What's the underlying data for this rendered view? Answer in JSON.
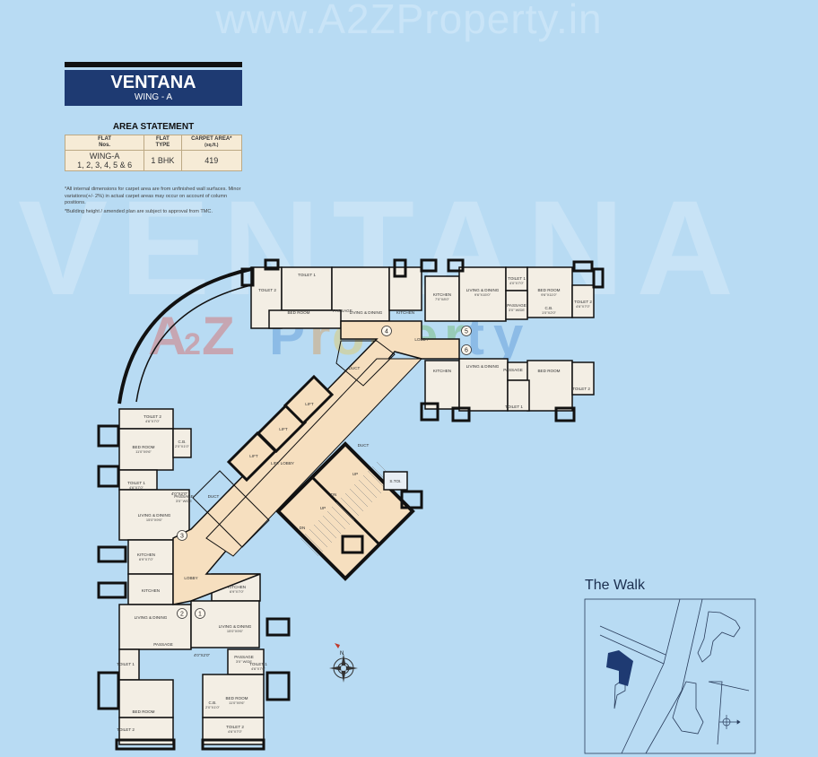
{
  "watermarks": {
    "url": "www.A2ZProperty.in",
    "project": "VENTANA",
    "logo": "A2Z Property"
  },
  "header": {
    "title": "VENTANA",
    "subtitle": "WING - A"
  },
  "area_statement": {
    "title": "AREA STATEMENT",
    "columns": [
      {
        "label": "FLAT",
        "sub": "Nos."
      },
      {
        "label": "FLAT",
        "sub": "TYPE"
      },
      {
        "label": "CARPET AREA*",
        "sub": "(sq.ft.)"
      }
    ],
    "row": {
      "flat_nos_1": "WING-A",
      "flat_nos_2": "1, 2, 3, 4, 5 & 6",
      "type": "1 BHK",
      "area": "419"
    }
  },
  "notes": [
    "*All internal dimensions for carpet area are from unfinished wall surfaces. Minor variations(+/- 2%) in actual carpet areas may occur on account of column positions.",
    "*Building height / amended plan are subject to approval from TMC."
  ],
  "flat_numbers": [
    "1",
    "2",
    "3",
    "4",
    "5",
    "6"
  ],
  "rooms": [
    {
      "label": "TOILET 1",
      "dim": ""
    },
    {
      "label": "TOILET 2",
      "dim": ""
    },
    {
      "label": "BED ROOM",
      "dim": ""
    },
    {
      "label": "PASSAGE",
      "dim": ""
    },
    {
      "label": "LIVING & DINING",
      "dim": ""
    },
    {
      "label": "KITCHEN",
      "dim": ""
    },
    {
      "label": "KITCHEN",
      "dim": "7'0\"X8'0\""
    },
    {
      "label": "LIVING & DINING",
      "dim": "9'6\"X15'0\""
    },
    {
      "label": "TOILET 1",
      "dim": "4'0\"X7'0\""
    },
    {
      "label": "BED ROOM",
      "dim": "9'6\"X11'0\""
    },
    {
      "label": "TOILET 2",
      "dim": "4'6\"X7'0\""
    },
    {
      "label": "PASSAGE",
      "dim": "3'0\" WIDE"
    },
    {
      "label": "C.B.",
      "dim": "1'0\"X2'0\""
    },
    {
      "label": "KITCHEN",
      "dim": ""
    },
    {
      "label": "LIVING & DINING",
      "dim": ""
    },
    {
      "label": "PASSAGE",
      "dim": ""
    },
    {
      "label": "BED ROOM",
      "dim": ""
    },
    {
      "label": "TOILET 1",
      "dim": ""
    },
    {
      "label": "TOILET 2",
      "dim": ""
    },
    {
      "label": "LOBBY",
      "dim": ""
    },
    {
      "label": "DUCT",
      "dim": ""
    },
    {
      "label": "LIFT",
      "dim": ""
    },
    {
      "label": "LIFT",
      "dim": ""
    },
    {
      "label": "LIFT",
      "dim": ""
    },
    {
      "label": "LIFT LOBBY",
      "dim": ""
    },
    {
      "label": "DUCT",
      "dim": ""
    },
    {
      "label": "S.TOI.",
      "dim": ""
    },
    {
      "label": "UP",
      "dim": ""
    },
    {
      "label": "DN",
      "dim": ""
    },
    {
      "label": "UP",
      "dim": ""
    },
    {
      "label": "DN",
      "dim": ""
    },
    {
      "label": "TOILET 2",
      "dim": "4'6\"X7'0\""
    },
    {
      "label": "BED ROOM",
      "dim": "11'0\"X9'6\""
    },
    {
      "label": "C.B.",
      "dim": "2'0\"X1'0\""
    },
    {
      "label": "TOILET 1",
      "dim": "4'6\"X7'0\""
    },
    {
      "label": "PASSAGE",
      "dim": "3'0\" WIDE"
    },
    {
      "label": "4'0\"X2'0\"",
      "dim": ""
    },
    {
      "label": "LIVING & DINING",
      "dim": "15'0\"X9'6\""
    },
    {
      "label": "KITCHEN",
      "dim": "6'9\"X7'0\""
    },
    {
      "label": "DUCT",
      "dim": ""
    },
    {
      "label": "LOBBY",
      "dim": ""
    },
    {
      "label": "KITCHEN",
      "dim": ""
    },
    {
      "label": "LIVING & DINING",
      "dim": ""
    },
    {
      "label": "PASSAGE",
      "dim": ""
    },
    {
      "label": "TOILET 1",
      "dim": ""
    },
    {
      "label": "BED ROOM",
      "dim": ""
    },
    {
      "label": "TOILET 2",
      "dim": ""
    },
    {
      "label": "KITCHEN",
      "dim": "6'9\"X7'0\""
    },
    {
      "label": "LIVING & DINING",
      "dim": "15'0\"X9'6\""
    },
    {
      "label": "4'0\"X2'0\"",
      "dim": ""
    },
    {
      "label": "PASSAGE",
      "dim": "3'0\" WIDE"
    },
    {
      "label": "TOILET 1",
      "dim": "4'6\"X7'0\""
    },
    {
      "label": "C.B.",
      "dim": "2'0\"X1'0\""
    },
    {
      "label": "BED ROOM",
      "dim": "11'0\"X9'6\""
    },
    {
      "label": "TOILET 2",
      "dim": "4'6\"X7'0\""
    }
  ],
  "key_plan": {
    "title": "The Walk",
    "highlight_color": "#1e3a72"
  },
  "colors": {
    "background": "#b8dbf3",
    "title_box": "#1e3a72",
    "room": "#f3eee4",
    "lobby": "#f6dfbf",
    "wall": "#111111"
  },
  "icons": [
    "north-compass-icon",
    "key-plan-compass-icon"
  ]
}
